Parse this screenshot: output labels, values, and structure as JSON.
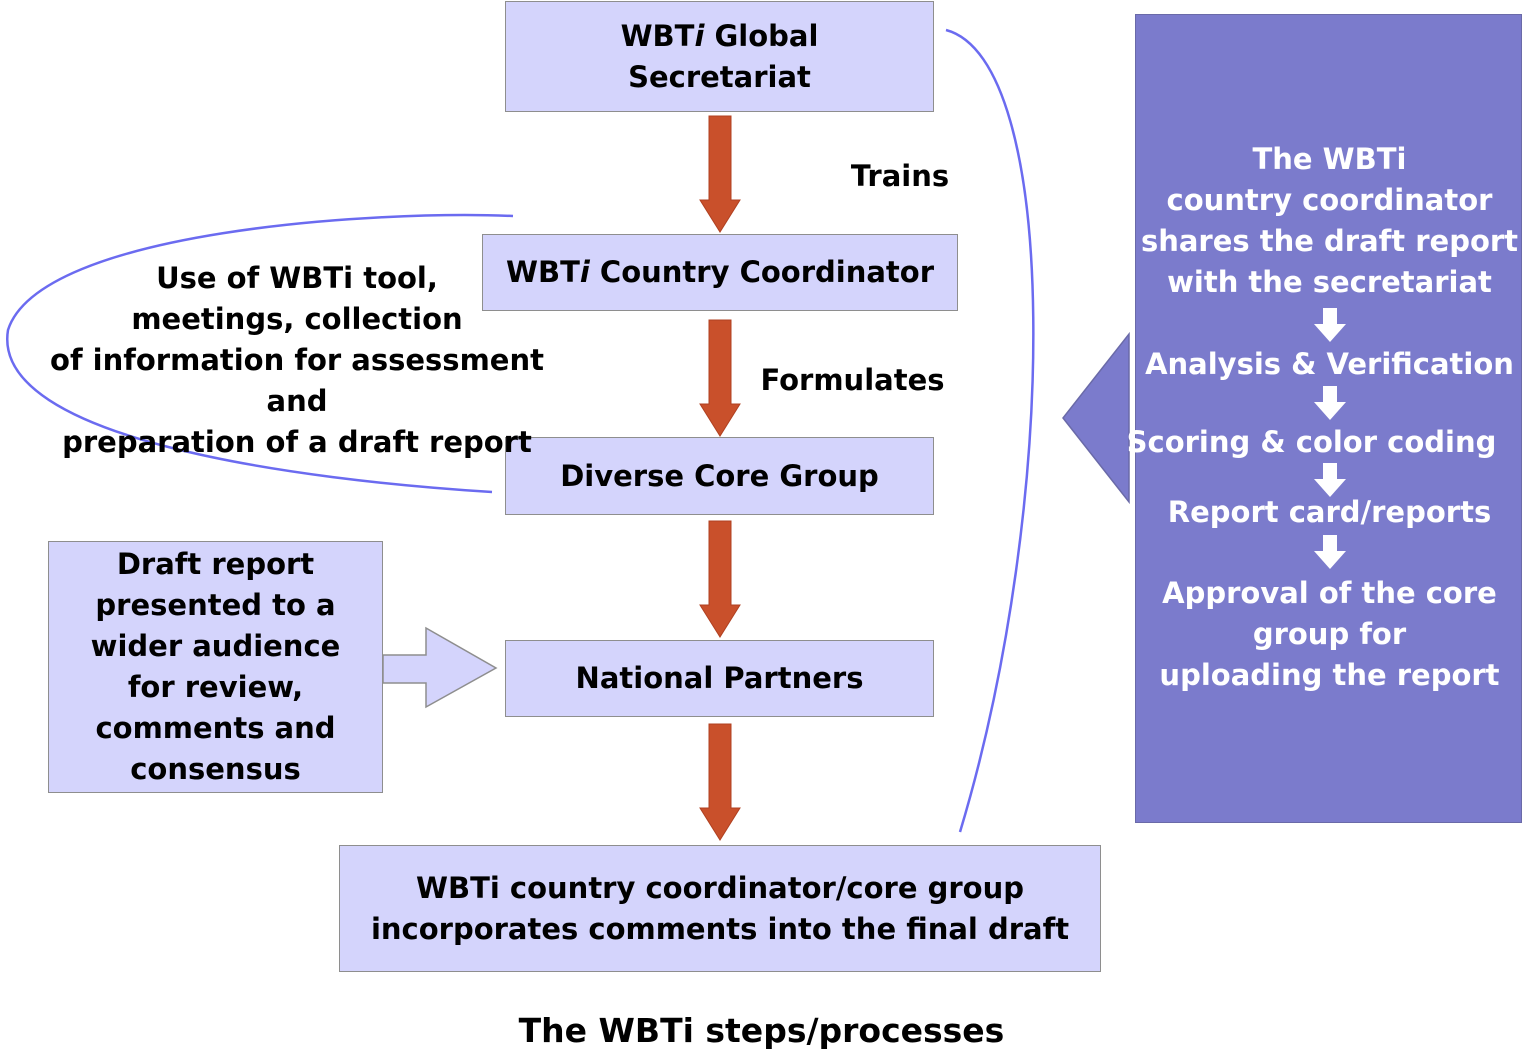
{
  "nodes": {
    "global_secretariat": {
      "line1_prefix": "WBT",
      "line1_italic": "i",
      "line1_suffix": " Global",
      "line2": "Secretariat"
    },
    "country_coordinator": {
      "prefix": "WBT",
      "italic": "i",
      "suffix": " Country Coordinator"
    },
    "core_group": "Diverse Core Group",
    "national_partners": "National Partners",
    "final_draft": "WBTi country coordinator/core group\nincorporates comments into the final draft",
    "draft_report": "Draft report\npresented to a\nwider audience\nfor review,\ncomments and\nconsensus"
  },
  "edge_labels": {
    "trains": "Trains",
    "formulates": "Formulates",
    "loop_note": "Use of WBTi tool,\nmeetings, collection\nof information for assessment and\npreparation of a draft report"
  },
  "side_panel": {
    "intro": "The WBTi\ncountry coordinator\nshares the draft report\nwith the secretariat",
    "steps": [
      "Analysis & Verification",
      "Scoring & color coding",
      "Report card/reports"
    ],
    "last": "Approval of the core\ngroup for\nuploading the report"
  },
  "caption": "The WBTi steps/processes",
  "colors": {
    "box_fill": "#d4d4fc",
    "panel_fill": "#7b7bcc",
    "arrow_fill": "#c9502b",
    "curve_stroke": "#6b6bf0"
  }
}
